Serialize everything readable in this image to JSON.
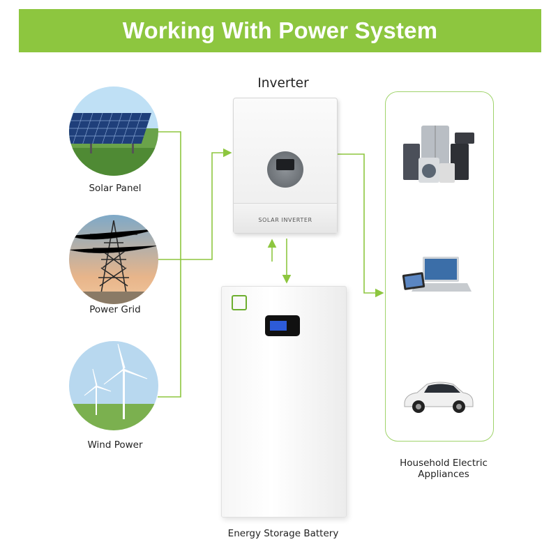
{
  "title": "Working With Power System",
  "sources": [
    {
      "label": "Solar Panel",
      "icon": "solar-panel-photo"
    },
    {
      "label": "Power Grid",
      "icon": "power-grid-photo"
    },
    {
      "label": "Wind Power",
      "icon": "wind-power-photo"
    }
  ],
  "inverter": {
    "label": "Inverter",
    "device_text": "SOLAR INVERTER"
  },
  "battery": {
    "label": "Energy Storage Battery"
  },
  "appliances": {
    "label_line1": "Household Electric",
    "label_line2": "Appliances",
    "items": [
      "home-appliances-photo",
      "laptop-tablet-photo",
      "electric-car-photo"
    ]
  },
  "colors": {
    "accent": "#8dc63f",
    "panel_border": "#9fd36a"
  }
}
